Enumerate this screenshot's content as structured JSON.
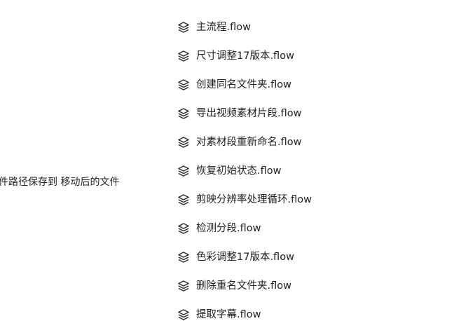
{
  "left_node": {
    "label": "件路径保存到  移动后的文件"
  },
  "flows": [
    {
      "label": "主流程.flow",
      "icon": "layers-icon"
    },
    {
      "label": "尺寸调整17版本.flow",
      "icon": "layers-icon"
    },
    {
      "label": "创建同名文件夹.flow",
      "icon": "layers-icon"
    },
    {
      "label": "导出视频素材片段.flow",
      "icon": "layers-icon"
    },
    {
      "label": "对素材段重新命名.flow",
      "icon": "layers-icon"
    },
    {
      "label": "恢复初始状态.flow",
      "icon": "layers-icon"
    },
    {
      "label": "剪映分辨率处理循环.flow",
      "icon": "layers-icon"
    },
    {
      "label": "检测分段.flow",
      "icon": "layers-icon"
    },
    {
      "label": "色彩调整17版本.flow",
      "icon": "layers-icon"
    },
    {
      "label": "删除重名文件夹.flow",
      "icon": "layers-icon"
    },
    {
      "label": "提取字幕.flow",
      "icon": "layers-icon"
    }
  ],
  "colors": {
    "text": "#1f1f1f",
    "icon": "#2b2b2b",
    "background": "#ffffff"
  }
}
